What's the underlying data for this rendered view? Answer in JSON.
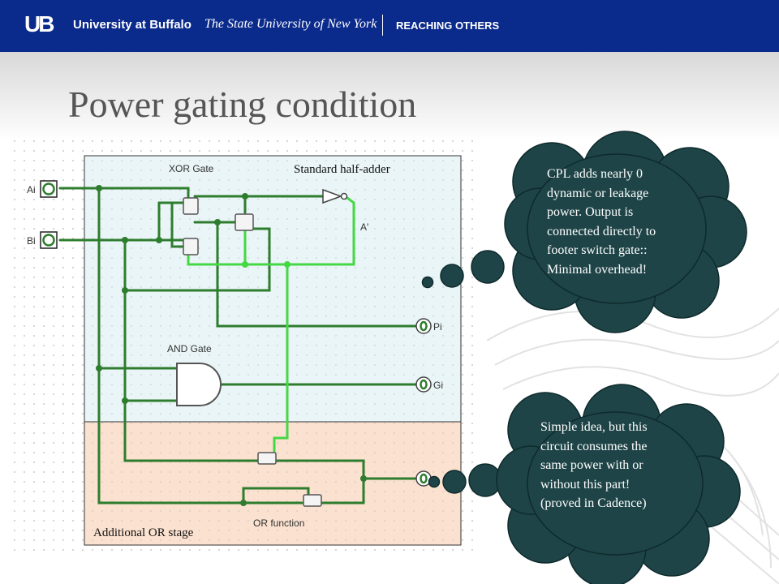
{
  "header": {
    "logo": "UB",
    "university": "University at Buffalo",
    "system": "The State University of New York",
    "tagline": "REACHING OTHERS"
  },
  "slide": {
    "title": "Power gating condition",
    "region_top_label": "Standard half-adder",
    "region_bottom_label": "Additional OR stage"
  },
  "circuit": {
    "input_a": "Ai",
    "input_b": "Bi",
    "input_value": "0",
    "xor_label": "XOR Gate",
    "and_label": "AND Gate",
    "or_label": "OR function",
    "inverter_out": "A'",
    "out_p": "Pi",
    "out_g": "Gi",
    "output_value": "0"
  },
  "callouts": {
    "top": [
      "CPL adds nearly 0",
      "dynamic or leakage",
      "power. Output is",
      "connected directly to",
      "footer switch gate::",
      "Minimal overhead!"
    ],
    "bottom": [
      "Simple idea, but this",
      "circuit consumes the",
      "same power with or",
      "without this part!",
      "(proved in Cadence)"
    ]
  },
  "colors": {
    "header_bg": "#0a2a8c",
    "bubble": "#1e4447",
    "wire_dark": "#2e7d2e",
    "wire_light": "#44d844",
    "region_top": "#eaf5f7",
    "region_bottom": "#fbe1cf"
  }
}
